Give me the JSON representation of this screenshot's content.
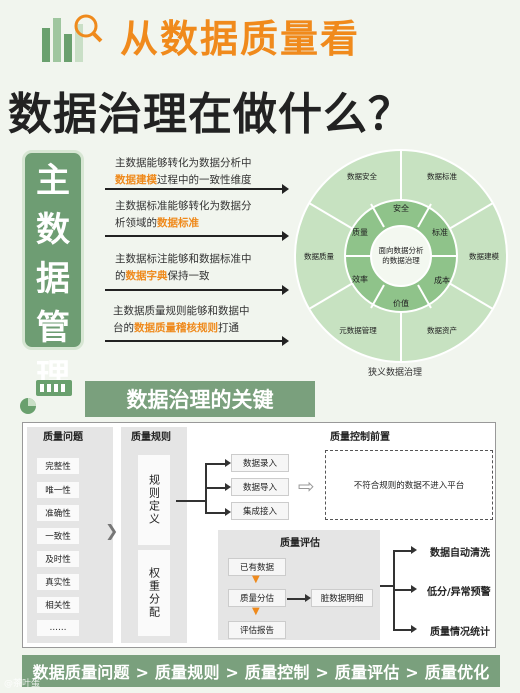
{
  "header": {
    "line1": "从数据质量看",
    "line2": "数据治理在做什么？"
  },
  "main_panel": {
    "chars": [
      "主",
      "数",
      "据",
      "管",
      "理"
    ]
  },
  "descriptions": [
    {
      "pre1": "主数据能够转化为数据分析中",
      "hl": "数据建模",
      "post": "过程中的一致性维度"
    },
    {
      "pre1": "主数据标准能够转化为数据分",
      "pre2": "析领域的",
      "hl": "数据标准",
      "post": ""
    },
    {
      "pre1": "主数据标注能够和数据标准中",
      "pre2": "的",
      "hl": "数据字典",
      "post": "保持一致"
    },
    {
      "pre1": "主数据质量规则能够和数据中",
      "pre2": "台的",
      "hl": "数据质量稽核规则",
      "post": "打通"
    }
  ],
  "wheel": {
    "center": "面向数据分析的数据治理",
    "inner": [
      "安全",
      "标准",
      "成本",
      "价值",
      "效率",
      "质量"
    ],
    "outer": [
      "数据安全",
      "数据标准",
      "数据建模",
      "数据资产",
      "元数据管理",
      "数据质量"
    ],
    "caption": "狭义数据治理",
    "colors": {
      "outer": "#c7e2c1",
      "inner": "#8fc38a",
      "center": "#f3f8f0",
      "stroke": "#ffffff"
    }
  },
  "section2": {
    "title": "数据治理的关键",
    "quality_issues": {
      "head": "质量问题",
      "items": [
        "完整性",
        "唯一性",
        "准确性",
        "一致性",
        "及时性",
        "真实性",
        "相关性",
        "……"
      ]
    },
    "quality_rules": {
      "head": "质量规则",
      "items": [
        "规则定义",
        "权重分配"
      ]
    },
    "control": {
      "head": "质量控制前置",
      "items": [
        "数据录入",
        "数据导入",
        "集成接入"
      ],
      "result": "不符合规则的数据不进入平台"
    },
    "assessment": {
      "head": "质量评估",
      "items": [
        "已有数据",
        "质量分估",
        "评估报告"
      ],
      "dirty": "脏数据明细"
    },
    "outcomes": [
      "数据自动清洗",
      "低分/异常预警",
      "质量情况统计"
    ]
  },
  "bottom_bar": "数据质量问题 > 质量规则 > 质量控制 > 质量评估 > 质量优化",
  "watermark": "@茶叶蛋"
}
